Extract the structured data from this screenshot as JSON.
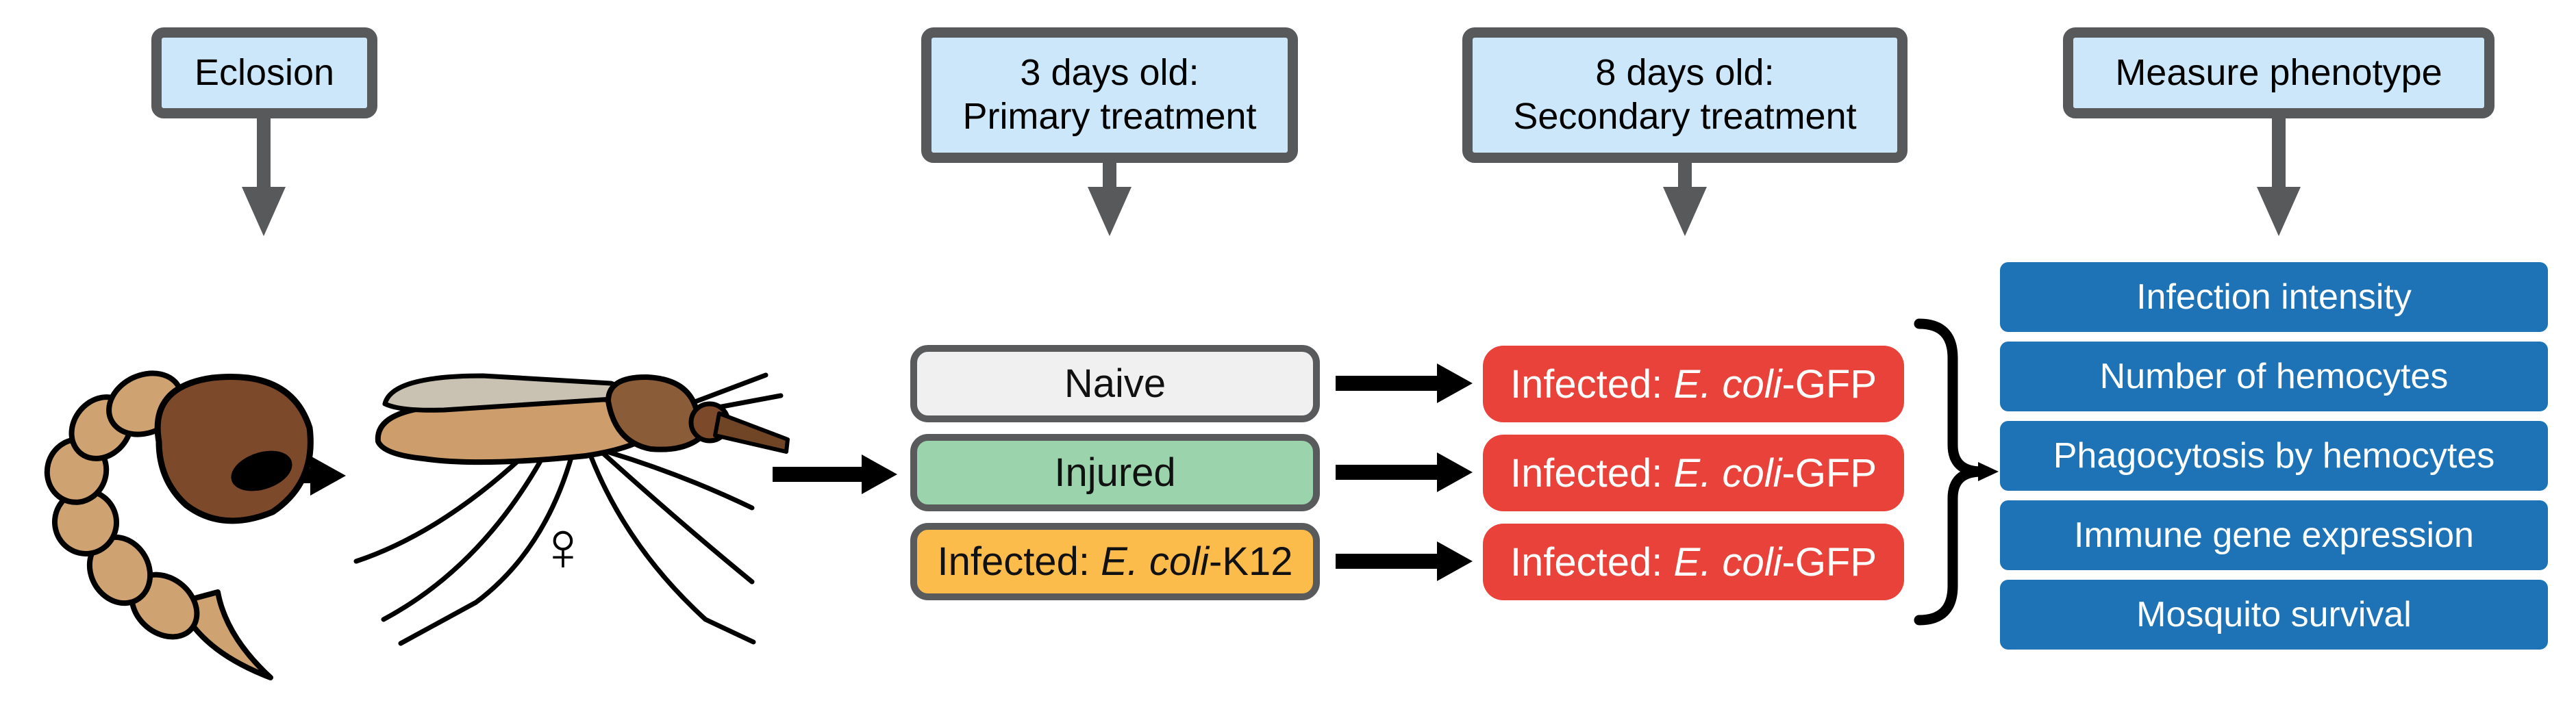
{
  "figure": {
    "type": "experimental-workflow-diagram",
    "topic": "Mosquito immune priming experimental design"
  },
  "palette": {
    "timeline_box_fill": "#cbe7f9",
    "timeline_box_border": "#58595b",
    "gray_arrow": "#58595b",
    "black_arrow": "#000000",
    "naive_fill": "#f0f0f0",
    "injured_fill": "#9bd3ad",
    "k12_fill": "#fbbc4c",
    "gfp_fill": "#e8423a",
    "phenotype_fill": "#1d73b5",
    "text_dark": "#000000",
    "text_light": "#ffffff",
    "pupa_segment_fill": "#cfa272",
    "pupa_head_fill": "#7c4a2a",
    "mosquito_wing_fill": "#c9c2b3",
    "mosquito_thorax_fill": "#8b5c38",
    "mosquito_abdomen_fill": "#cd9e6b",
    "mosquito_proboscis_fill": "#6f4526"
  },
  "timeline": [
    {
      "id": "eclosion",
      "lines": [
        "Eclosion"
      ]
    },
    {
      "id": "primary",
      "lines": [
        "3 days old:",
        "Primary treatment"
      ]
    },
    {
      "id": "secondary",
      "lines": [
        "8 days old:",
        "Secondary treatment"
      ]
    },
    {
      "id": "measure",
      "lines": [
        "Measure phenotype"
      ]
    }
  ],
  "primary_treatments": [
    {
      "id": "naive",
      "segments": [
        {
          "text": "Naive"
        }
      ]
    },
    {
      "id": "injured",
      "segments": [
        {
          "text": "Injured"
        }
      ]
    },
    {
      "id": "infected-k12",
      "segments": [
        {
          "text": "Infected: "
        },
        {
          "text": "E. coli",
          "italic": true
        },
        {
          "text": "-K12"
        }
      ]
    }
  ],
  "secondary_treatments": [
    {
      "id": "infected-gfp-1",
      "segments": [
        {
          "text": "Infected: "
        },
        {
          "text": "E. coli",
          "italic": true
        },
        {
          "text": "-GFP"
        }
      ]
    },
    {
      "id": "infected-gfp-2",
      "segments": [
        {
          "text": "Infected: "
        },
        {
          "text": "E. coli",
          "italic": true
        },
        {
          "text": "-GFP"
        }
      ]
    },
    {
      "id": "infected-gfp-3",
      "segments": [
        {
          "text": "Infected: "
        },
        {
          "text": "E. coli",
          "italic": true
        },
        {
          "text": "-GFP"
        }
      ]
    }
  ],
  "phenotypes": [
    "Infection intensity",
    "Number of hemocytes",
    "Phagocytosis by hemocytes",
    "Immune gene expression",
    "Mosquito survival"
  ],
  "illustrations": {
    "pupa": "mosquito-pupa",
    "adult": "adult-female-mosquito",
    "female_symbol": "♀"
  }
}
